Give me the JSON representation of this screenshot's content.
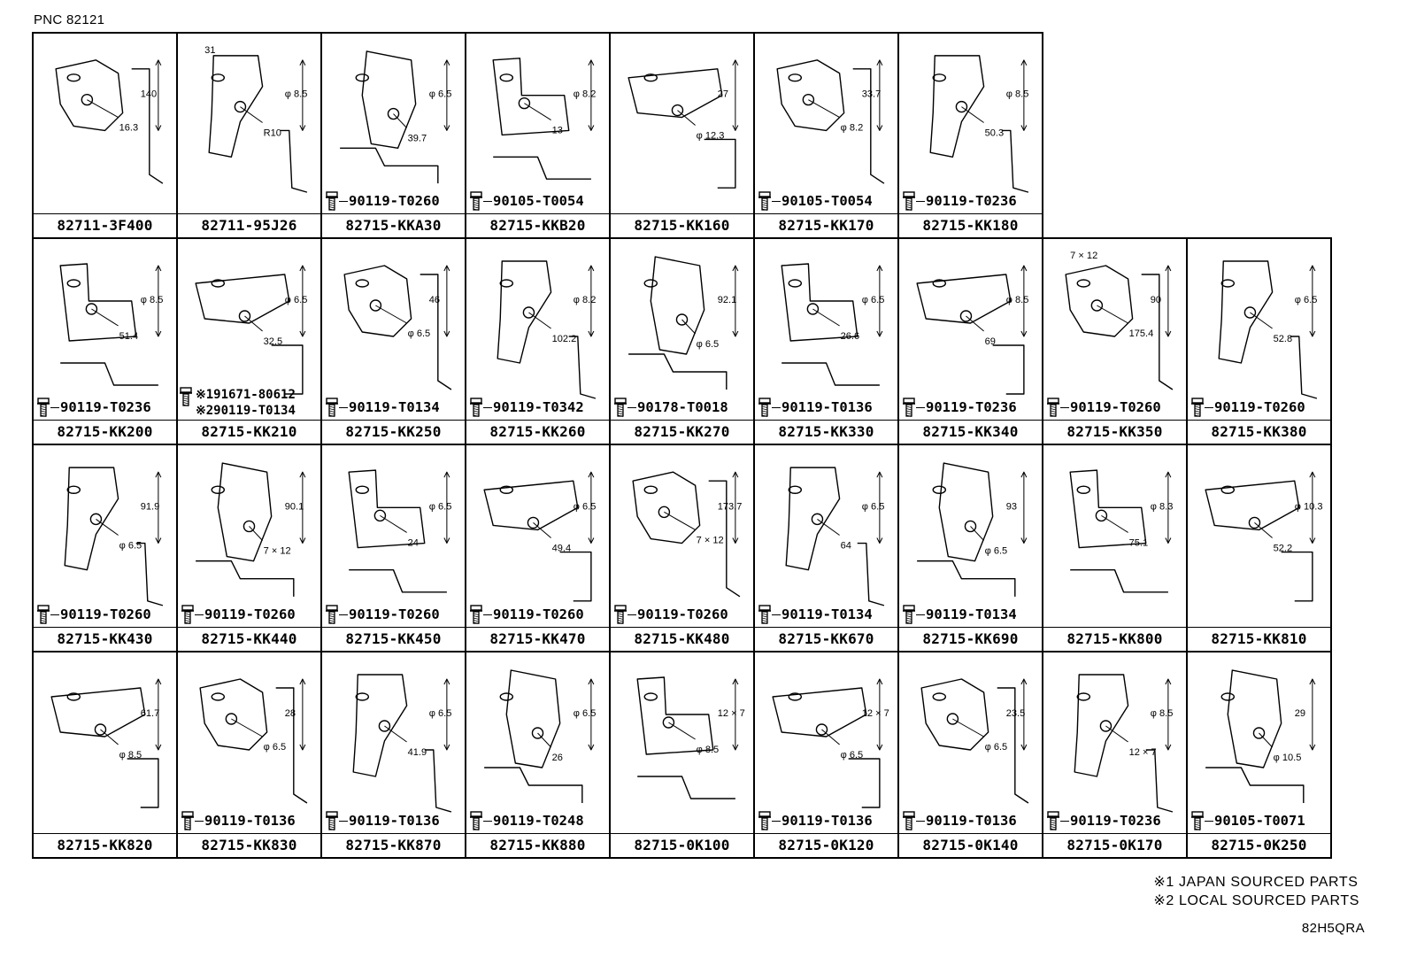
{
  "pnc": "PNC 82121",
  "rows": [
    [
      {
        "part": "82711-3F400",
        "bolt": null
      },
      {
        "part": "82711-95J26",
        "bolt": null
      },
      {
        "part": "82715-KKA30",
        "bolt": "90119-T0260"
      },
      {
        "part": "82715-KKB20",
        "bolt": "90105-T0054"
      },
      {
        "part": "82715-KK160",
        "bolt": null
      },
      {
        "part": "82715-KK170",
        "bolt": "90105-T0054"
      },
      {
        "part": "82715-KK180",
        "bolt": "90119-T0236"
      }
    ],
    [
      {
        "part": "82715-KK200",
        "bolt": "90119-T0236"
      },
      {
        "part": "82715-KK210",
        "bolt": null
      },
      {
        "part": "82715-KK250",
        "bolt": "90119-T0134"
      },
      {
        "part": "82715-KK260",
        "bolt": "90119-T0342"
      },
      {
        "part": "82715-KK270",
        "bolt": "90178-T0018"
      },
      {
        "part": "82715-KK330",
        "bolt": "90119-T0136"
      },
      {
        "part": "82715-KK340",
        "bolt": "90119-T0236"
      },
      {
        "part": "82715-KK350",
        "bolt": "90119-T0260"
      },
      {
        "part": "82715-KK380",
        "bolt": "90119-T0260"
      }
    ],
    [
      {
        "part": "82715-KK430",
        "bolt": "90119-T0260"
      },
      {
        "part": "82715-KK440",
        "bolt": "90119-T0260"
      },
      {
        "part": "82715-KK450",
        "bolt": "90119-T0260"
      },
      {
        "part": "82715-KK470",
        "bolt": "90119-T0260"
      },
      {
        "part": "82715-KK480",
        "bolt": "90119-T0260"
      },
      {
        "part": "82715-KK670",
        "bolt": "90119-T0134"
      },
      {
        "part": "82715-KK690",
        "bolt": "90119-T0134"
      },
      {
        "part": "82715-KK800",
        "bolt": null
      },
      {
        "part": "82715-KK810",
        "bolt": null
      }
    ],
    [
      {
        "part": "82715-KK820",
        "bolt": null
      },
      {
        "part": "82715-KK830",
        "bolt": "90119-T0136"
      },
      {
        "part": "82715-KK870",
        "bolt": "90119-T0136"
      },
      {
        "part": "82715-KK880",
        "bolt": "90119-T0248"
      },
      {
        "part": "82715-0K100",
        "bolt": null
      },
      {
        "part": "82715-0K120",
        "bolt": "90119-T0136"
      },
      {
        "part": "82715-0K140",
        "bolt": "90119-T0136"
      },
      {
        "part": "82715-0K170",
        "bolt": "90119-T0236"
      },
      {
        "part": "82715-0K250",
        "bolt": "90105-T0071"
      }
    ]
  ],
  "kk210_bolts": [
    "※191671-80612",
    "※290119-T0134"
  ],
  "dims": {
    "r0c0": [
      "16.3",
      "140"
    ],
    "r0c1": [
      "R10",
      "φ 8.5",
      "31"
    ],
    "r0c2": [
      "39.7",
      "φ 6.5"
    ],
    "r0c3": [
      "13",
      "φ 8.2"
    ],
    "r0c4": [
      "φ 12.3",
      "27"
    ],
    "r0c5": [
      "φ 8.2",
      "33.7"
    ],
    "r0c6": [
      "50.3",
      "φ 8.5"
    ],
    "r1c0": [
      "51.4",
      "φ 8.5"
    ],
    "r1c1": [
      "32.5",
      "φ 6.5"
    ],
    "r1c2": [
      "φ 6.5",
      "46"
    ],
    "r1c3": [
      "102.2",
      "φ 8.2"
    ],
    "r1c4": [
      "φ 6.5",
      "92.1"
    ],
    "r1c5": [
      "26.6",
      "φ 6.5"
    ],
    "r1c6": [
      "69",
      "φ 8.5"
    ],
    "r1c7": [
      "175.4",
      "90",
      "7 × 12"
    ],
    "r1c8": [
      "52.8",
      "φ 6.5"
    ],
    "r2c0": [
      "φ 6.5",
      "91.9"
    ],
    "r2c1": [
      "7 × 12",
      "90.1"
    ],
    "r2c2": [
      "24",
      "φ 6.5"
    ],
    "r2c3": [
      "49.4",
      "φ 6.5"
    ],
    "r2c4": [
      "7 × 12",
      "173.7"
    ],
    "r2c5": [
      "64",
      "φ 6.5"
    ],
    "r2c6": [
      "φ 6.5",
      "93"
    ],
    "r2c7": [
      "75.1",
      "φ 8.3"
    ],
    "r2c8": [
      "52.2",
      "φ 10.3"
    ],
    "r3c0": [
      "φ 8.5",
      "61.7"
    ],
    "r3c1": [
      "φ 6.5",
      "28"
    ],
    "r3c2": [
      "41.9",
      "φ 6.5"
    ],
    "r3c3": [
      "26",
      "φ 6.5"
    ],
    "r3c4": [
      "φ 8.5",
      "12 × 7"
    ],
    "r3c5": [
      "φ 6.5",
      "12 × 7"
    ],
    "r3c6": [
      "φ 6.5",
      "23.5"
    ],
    "r3c7": [
      "12 × 7",
      "φ 8.5"
    ],
    "r3c8": [
      "φ 10.5",
      "29"
    ]
  },
  "footnotes": [
    "※1 JAPAN SOURCED PARTS",
    "※2 LOCAL SOURCED PARTS"
  ],
  "drawing_code": "82H5QRA"
}
